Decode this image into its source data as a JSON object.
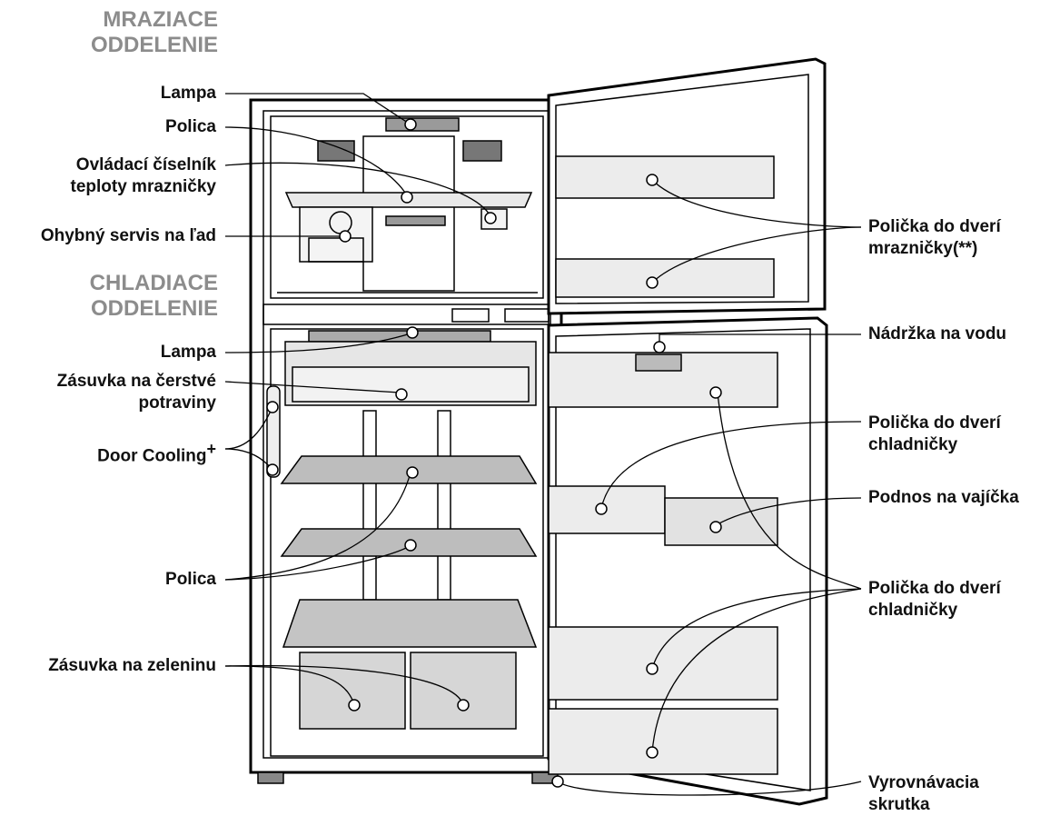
{
  "sections": {
    "freezer": "MRAZIACE\nODDELENIE",
    "fridge": "CHLADIACE\nODDELENIE"
  },
  "labels": {
    "lamp_top": "Lampa",
    "shelf_top": "Polica",
    "temp_dial": "Ovládací číselník\nteploty mrazničky",
    "ice_service": "Ohybný servis na ľad",
    "lamp_bottom": "Lampa",
    "fresh_drawer": "Zásuvka na čerstvé\npotraviny",
    "door_cooling": "Door Cooling",
    "door_cooling_sup": "+",
    "shelf_bottom": "Polica",
    "veg_drawer": "Zásuvka na zeleninu",
    "freezer_door_shelf": "Polička do dverí\nmrazničky(**)",
    "water_tank": "Nádržka na vodu",
    "fridge_door_shelf_1": "Polička do dverí\nchladničky",
    "egg_tray": "Podnos na vajíčka",
    "fridge_door_shelf_2": "Polička do dverí\nchladničky",
    "leveling_screw": "Vyrovnávacia\nskrutka"
  },
  "colors": {
    "section": "#8c8c8c",
    "text": "#111111",
    "line": "#000000",
    "glass": "#bdbdbd",
    "drawer": "#d6d6d6"
  }
}
